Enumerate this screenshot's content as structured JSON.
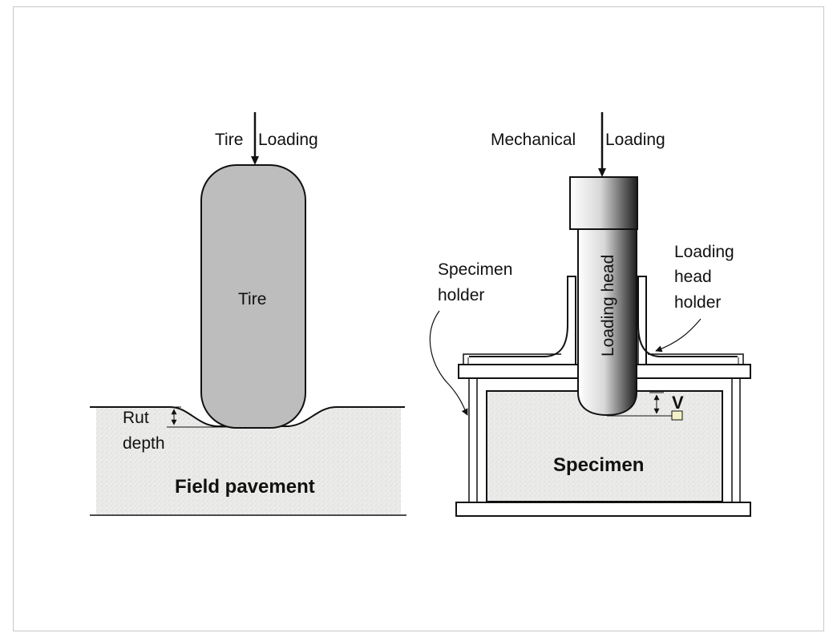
{
  "left": {
    "load_label_1": "Tire",
    "load_label_2": "Loading",
    "tire_label": "Tire",
    "rut_label_1": "Rut",
    "rut_label_2": "depth",
    "pavement_label": "Field pavement"
  },
  "right": {
    "load_label_1": "Mechanical",
    "load_label_2": "Loading",
    "specimen_holder_1": "Specimen",
    "specimen_holder_2": "holder",
    "loading_head_holder_1": "Loading",
    "loading_head_holder_2": "head",
    "loading_head_holder_3": "holder",
    "loading_head": "Loading head",
    "lvdt_label": "V",
    "specimen_label": "Specimen"
  },
  "colors": {
    "tire_fill": "#bdbdbd",
    "pavement_fill": "#e9e9e7",
    "stroke": "#111111"
  }
}
